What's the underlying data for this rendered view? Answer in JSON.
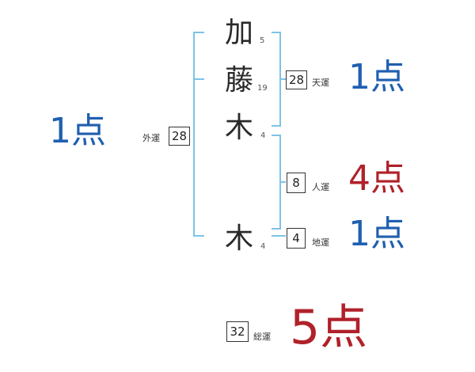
{
  "name": {
    "chars": [
      {
        "char": "加",
        "strokes": "5"
      },
      {
        "char": "藤",
        "strokes": "19"
      },
      {
        "char": "木",
        "strokes": "4"
      },
      {
        "char": "木",
        "strokes": "4"
      }
    ]
  },
  "gaiun": {
    "label": "外運",
    "value": "28",
    "score": "1点"
  },
  "tenun": {
    "label": "天運",
    "value": "28",
    "score": "1点"
  },
  "jinun": {
    "label": "人運",
    "value": "8",
    "score": "4点"
  },
  "chiun": {
    "label": "地運",
    "value": "4",
    "score": "1点"
  },
  "souun": {
    "label": "総運",
    "value": "32",
    "score": "5点"
  },
  "colors": {
    "line": "#7cc4e6",
    "good": "#1f5fb0",
    "great": "#b0212a"
  }
}
